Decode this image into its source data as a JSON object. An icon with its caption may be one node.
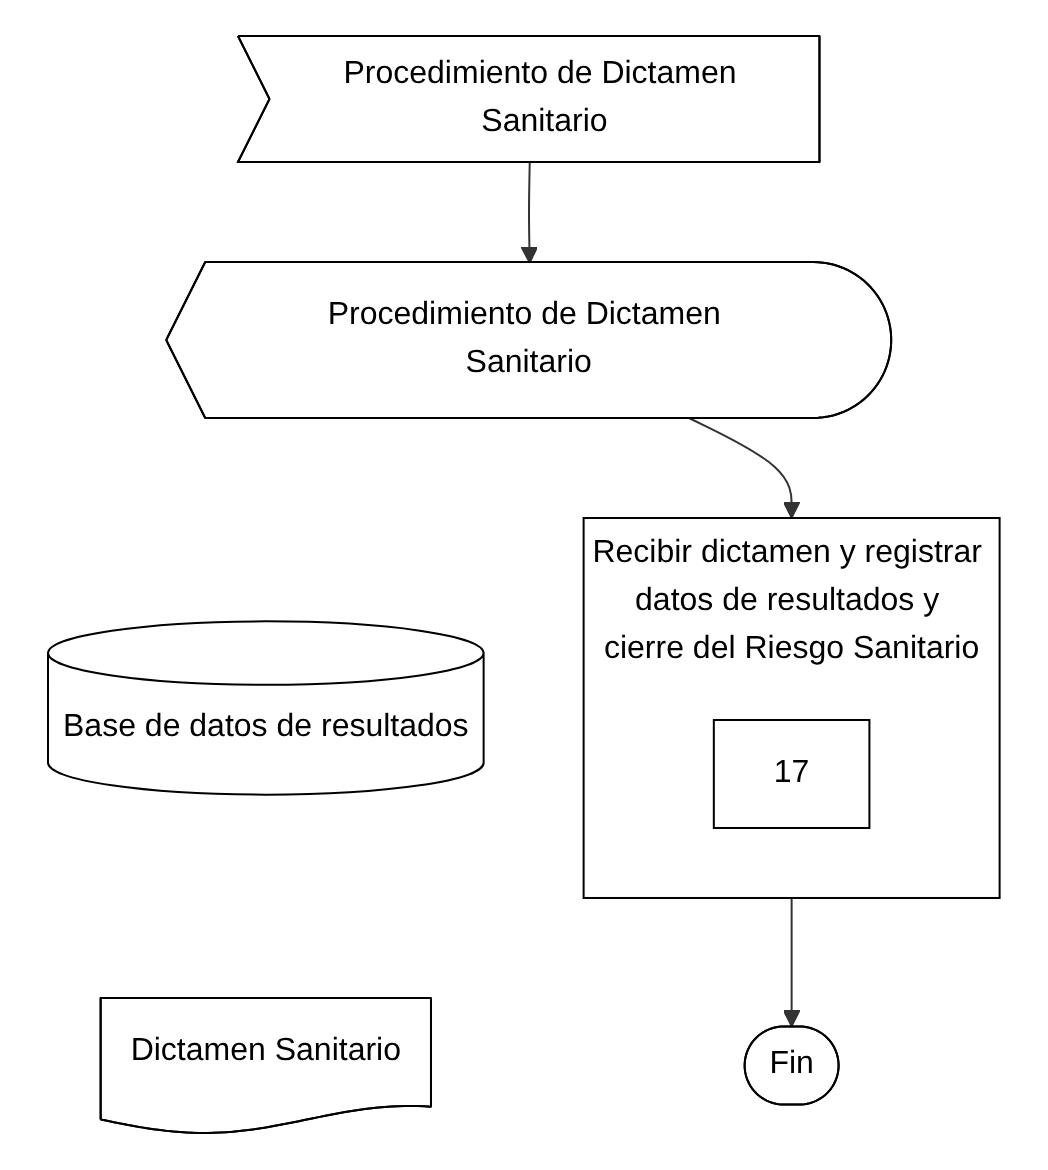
{
  "diagram": {
    "nodes": [
      {
        "text": [
          "Procedimiento de Dictamen Sanitario"
        ]
      },
      {
        "text": [
          "Procedimiento de Dictamen Sanitario"
        ]
      },
      {
        "text": [
          "Recibir dictamen y registrar datos de resultados y cierre del Riesgo Sanitario"
        ]
      },
      {
        "text": [
          "17"
        ],
        "in": 2
      },
      {
        "text": [
          "Base de datos de resultados"
        ]
      },
      {
        "text": [
          "Dictamen Sanitario"
        ]
      },
      {
        "text": [
          "Fin"
        ]
      }
    ],
    "edges": [
      {
        "from": 0,
        "to": 1,
        "arrow": "to"
      },
      {
        "from": 1,
        "to": 2,
        "arrow": "to"
      },
      {
        "from": 2,
        "to": 6,
        "arrow": "to"
      }
    ]
  }
}
